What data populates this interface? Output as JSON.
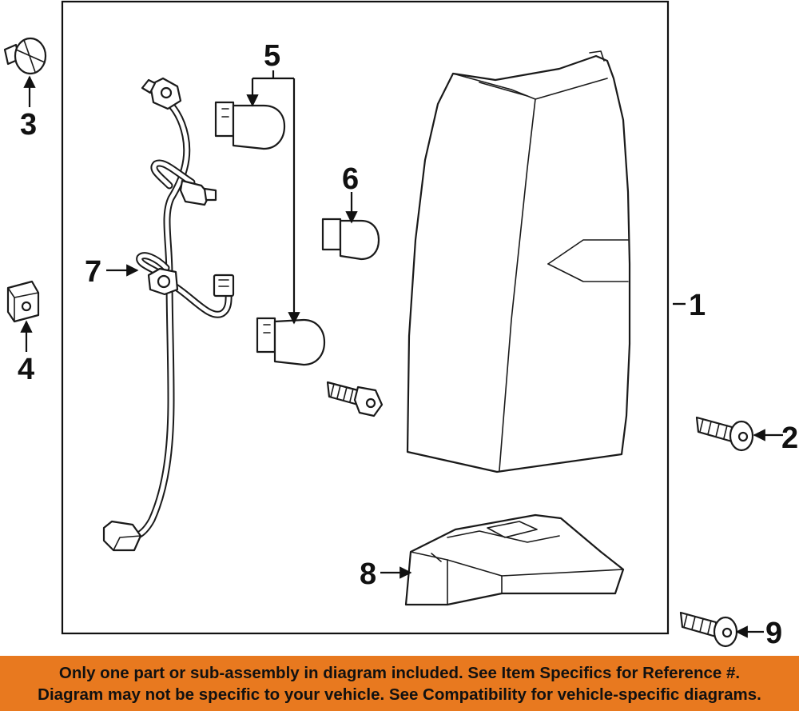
{
  "colors": {
    "banner_bg": "#e8791f",
    "ink": "#111111",
    "background": "#ffffff"
  },
  "callouts": {
    "c1": "1",
    "c2": "2",
    "c3": "3",
    "c4": "4",
    "c5": "5",
    "c6": "6",
    "c7": "7",
    "c8": "8",
    "c9": "9"
  },
  "banner": {
    "line1": "Only one part or sub-assembly in diagram included. See Item Specifics for Reference #.",
    "line2": "Diagram may not be specific to your vehicle. See Compatibility for vehicle-specific diagrams."
  }
}
